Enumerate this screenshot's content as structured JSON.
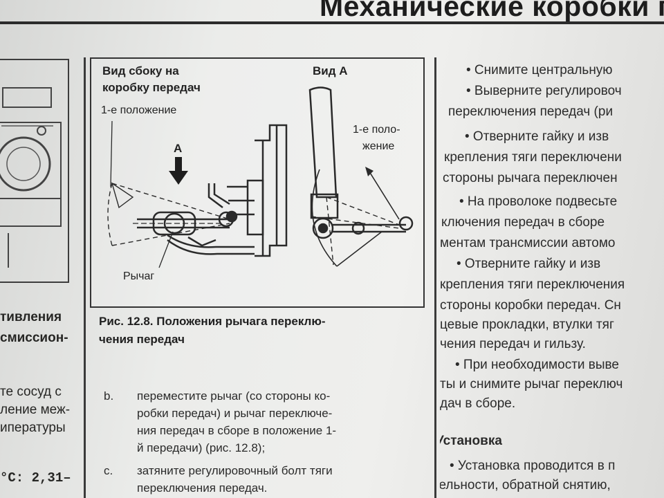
{
  "running_head": "Механические коробки п",
  "left_column": {
    "lines": [
      "тивления",
      "смиссион-",
      "те сосуд с",
      "ление меж-",
      "ипературы",
      "°С: 2,31–"
    ]
  },
  "figure": {
    "label_side_view_line1": "Вид сбоку на",
    "label_side_view_line2": "коробку передач",
    "label_first_position": "1-е положение",
    "label_arrow_a": "А",
    "label_lever": "Рычаг",
    "label_view_a": "Вид А",
    "label_first_pos_2_line1": "1-е поло-",
    "label_first_pos_2_line2": "жение"
  },
  "caption": {
    "line1": "Рис. 12.8. Положения рычага переклю-",
    "line2": "чения передач"
  },
  "steps": [
    {
      "marker": "b.",
      "lines": [
        "переместите рычаг (со стороны ко-",
        "робки передач) и рычаг переключе-",
        "ния передач в сборе в положение 1-",
        "й передачи) (рис. 12.8);"
      ]
    },
    {
      "marker": "c.",
      "lines": [
        "затяните регулировочный болт тяги",
        "переключения передач."
      ]
    }
  ],
  "right_column": {
    "lines": [
      "• Снимите центральную",
      "• Выверните регулировоч",
      "переключения передач (ри",
      "• Отверните гайку и изв",
      "крепления тяги переключени",
      "стороны рычага переключен",
      "• На проволоке подвесьте",
      "ключения передач в сборе",
      "ментам трансмиссии автомо",
      "• Отверните гайку и изв",
      "крепления тяги переключения",
      "стороны коробки передач. Сн",
      "цевые прокладки, втулки тяг",
      "чения передач и гильзу.",
      "• При необходимости выве",
      "ты и снимите рычаг переключ",
      "дач в сборе."
    ],
    "section_heading": "Установка",
    "after_heading": [
      "• Установка проводится в п",
      "тельности, обратной снятию,"
    ]
  }
}
